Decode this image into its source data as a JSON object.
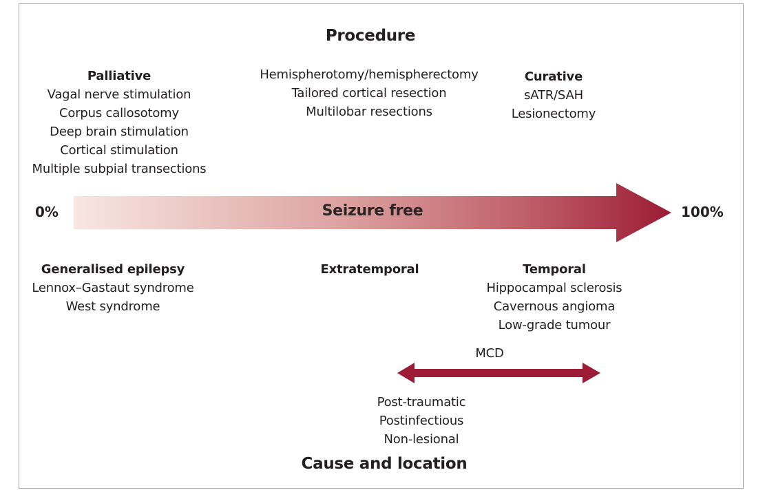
{
  "top_title": "Procedure",
  "bottom_title": "Cause and location",
  "scale": {
    "left_label": "0%",
    "right_label": "100%",
    "arrow_label": "Seizure free",
    "gradient_start_color": "#f8e6e2",
    "gradient_end_color": "#9b1c34"
  },
  "procedure": {
    "palliative": {
      "heading": "Palliative",
      "items": [
        "Vagal nerve stimulation",
        "Corpus callosotomy",
        "Deep brain stimulation",
        "Cortical stimulation",
        "Multiple subpial transections"
      ]
    },
    "middle": {
      "items": [
        "Hemispherotomy/hemispherectomy",
        "Tailored cortical resection",
        "Multilobar resections"
      ]
    },
    "curative": {
      "heading": "Curative",
      "items": [
        "sATR/SAH",
        "Lesionectomy"
      ]
    }
  },
  "cause": {
    "generalised": {
      "heading": "Generalised epilepsy",
      "items": [
        "Lennox–Gastaut syndrome",
        "West syndrome"
      ]
    },
    "extratemporal": {
      "heading": "Extratemporal"
    },
    "temporal": {
      "heading": "Temporal",
      "items": [
        "Hippocampal sclerosis",
        "Cavernous angioma",
        "Low-grade tumour"
      ]
    },
    "mcd": {
      "label": "MCD",
      "color": "#9b1c34"
    },
    "lesions": {
      "items": [
        "Post-traumatic",
        "Postinfectious",
        "Non-lesional"
      ]
    }
  }
}
